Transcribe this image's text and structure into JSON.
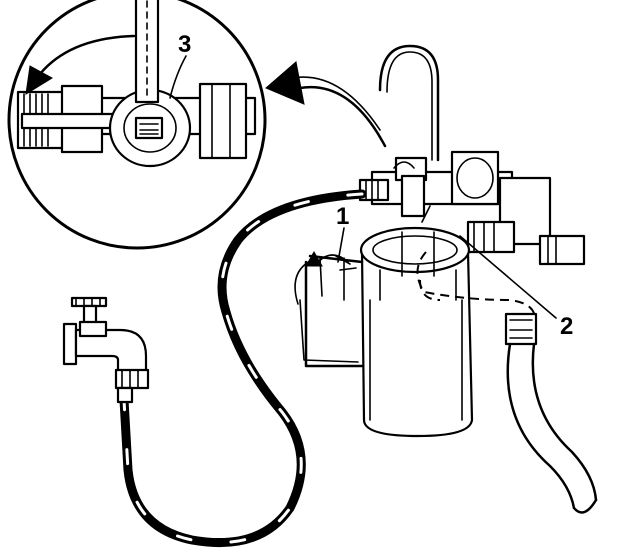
{
  "callouts": {
    "one": "1",
    "two": "2",
    "three": "3"
  },
  "colors": {
    "ink": "#000000",
    "paper": "#ffffff"
  }
}
